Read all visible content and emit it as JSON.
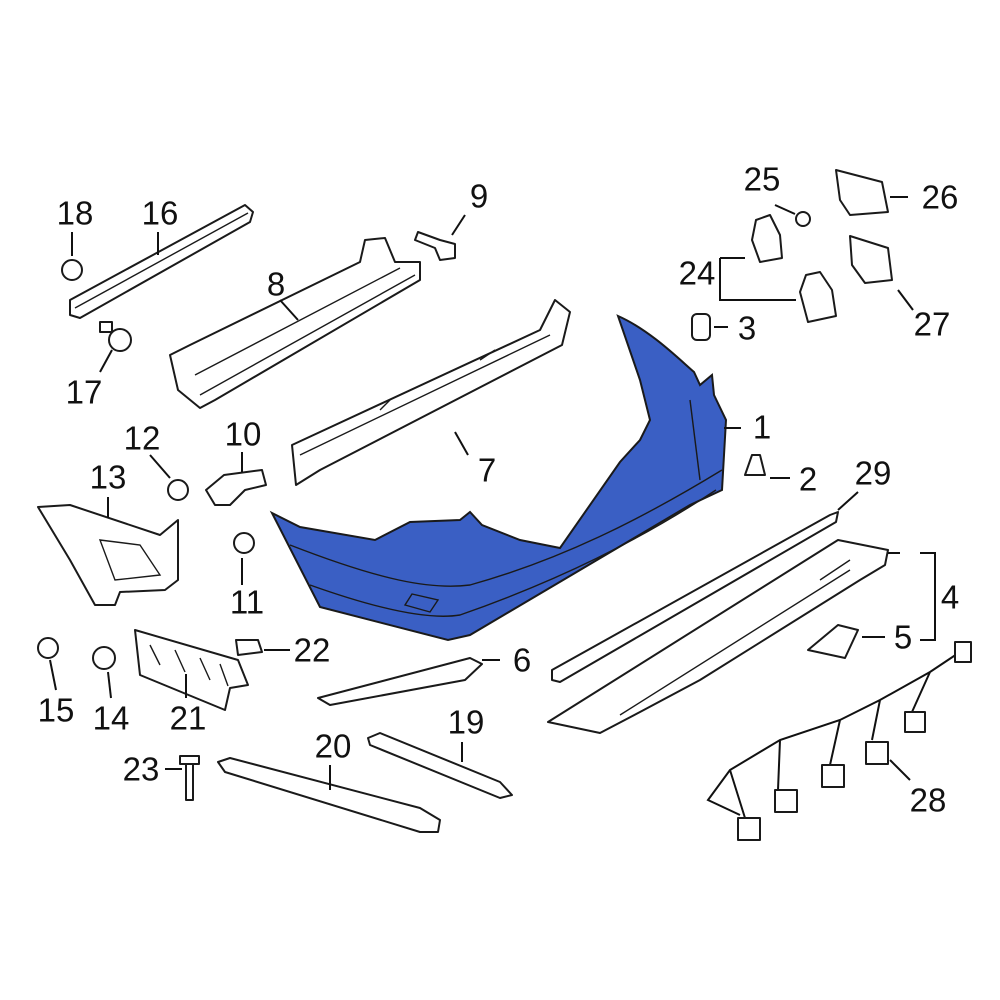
{
  "diagram": {
    "highlight_color": "#3a5fc4",
    "highlighted_part": "1",
    "callouts": [
      "1",
      "2",
      "3",
      "4",
      "5",
      "6",
      "7",
      "8",
      "9",
      "10",
      "11",
      "12",
      "13",
      "14",
      "15",
      "16",
      "17",
      "18",
      "19",
      "20",
      "21",
      "22",
      "23",
      "24",
      "25",
      "26",
      "27",
      "28",
      "29"
    ]
  }
}
